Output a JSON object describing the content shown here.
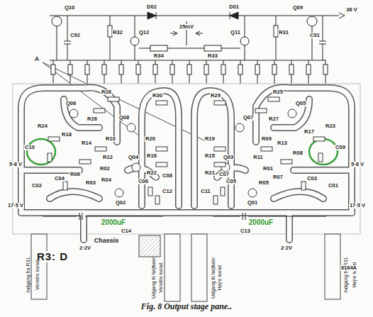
{
  "diagram": {
    "caption": "Fig. 8  Output stage pane..",
    "labels": [
      "36 V",
      "Q10",
      "D02",
      "25mV",
      "D01",
      "Q09",
      "C92",
      "R32",
      "Q12",
      "R34",
      "R33",
      "Q11",
      "R31",
      "C91",
      "A",
      "Q06",
      "R26",
      "R28",
      "R30",
      "R29",
      "R27",
      "R25",
      "Q05",
      "R24",
      "R18",
      "Q08",
      "R20",
      "R19",
      "Q07",
      "R17",
      "R23",
      "R10",
      "R14",
      "R16",
      "R15",
      "R09",
      "R13",
      "C10",
      "C09",
      "R12",
      "R11",
      "R02",
      "Q04",
      "R22",
      "R21",
      "Q03",
      "R01",
      "R07",
      "R08",
      "R03",
      "R04",
      "R05",
      "R06",
      "Q02",
      "C06",
      "C12",
      "C11",
      "C05",
      "Q01",
      "5·8 V",
      "5·8 V",
      "C04",
      "C08",
      "C07",
      "C03",
      "C02",
      "C01",
      "17·5 V",
      "17·5 V",
      "2000uF",
      "C14",
      "2000uF",
      "C13",
      "Chassis",
      "2·2V",
      "2·2V",
      "R3: D",
      "Indgang fra R31",
      "Venstre kanal",
      "Udgang til højttaler",
      "Venstre kanal",
      "Udgang til højttaler",
      "Højre kanal",
      "Indgang fra R31",
      "Højre kanal",
      "6164A"
    ]
  }
}
